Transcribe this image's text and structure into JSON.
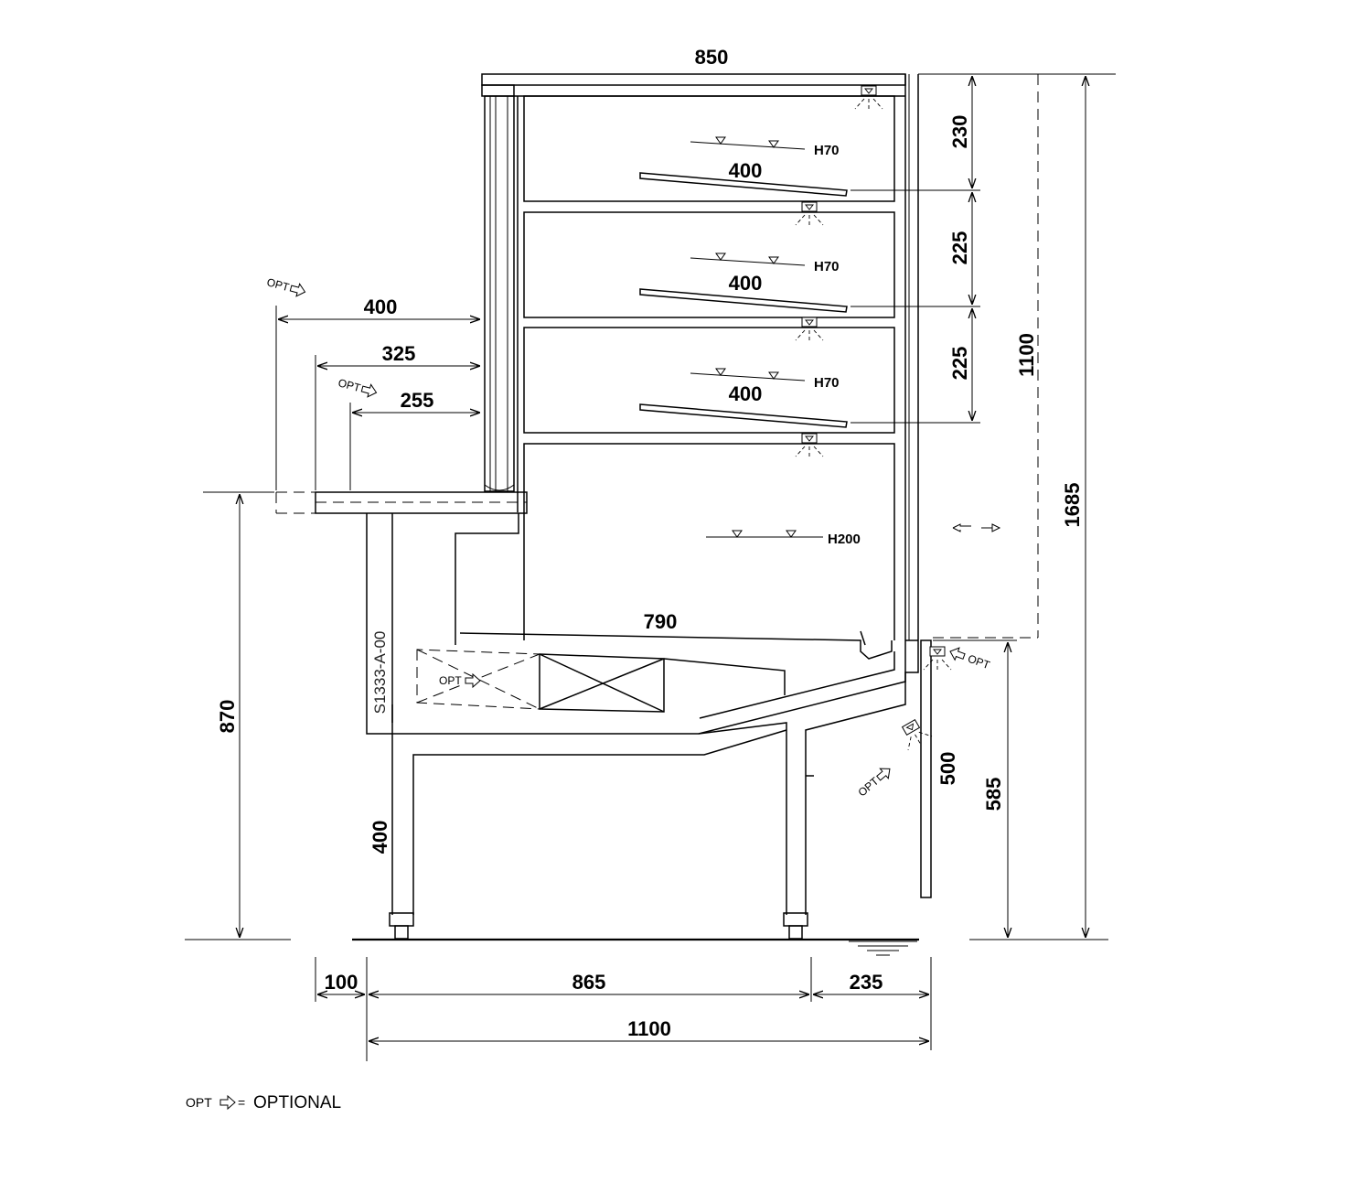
{
  "drawing_code": "S1333-A-00",
  "dimensions": {
    "top_width": "850",
    "shelf_spacing_1": "230",
    "shelf_spacing_2": "225",
    "shelf_spacing_3": "225",
    "height_to_shelves": "1100",
    "total_height": "1685",
    "shelf_depth_1": "400",
    "shelf_depth_2": "400",
    "shelf_depth_3": "400",
    "worktop_400": "400",
    "worktop_325": "325",
    "worktop_255": "255",
    "counter_height": "870",
    "base_depth": "790",
    "leg_height": "400",
    "front_panel": "500",
    "rear_height": "585",
    "overhang": "100",
    "base_width": "865",
    "rear_offset": "235",
    "total_depth": "1100"
  },
  "load_labels": {
    "h1": "H70",
    "h2": "H70",
    "h3": "H70",
    "h4": "H200"
  },
  "opt_marks": {
    "worktop_top": "OPT",
    "worktop_mid": "OPT",
    "fan": "OPT",
    "rear_light": "OPT",
    "front_light": "OPT"
  },
  "legend": {
    "opt": "OPT",
    "equals": "=",
    "text": "OPTIONAL"
  },
  "icons": [
    "light-icon",
    "arrow-outline-icon",
    "level-triangle-icon",
    "ground-symbol-icon"
  ]
}
